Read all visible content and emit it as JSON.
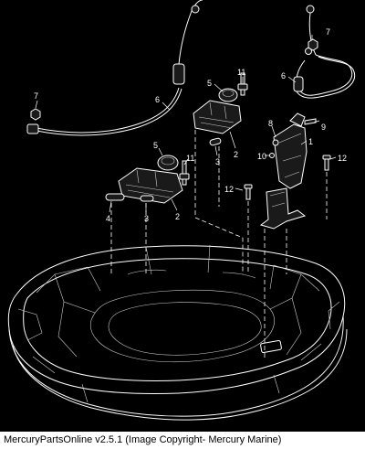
{
  "caption": "MercuryPartsOnline v2.5.1 (Image Copyright- Mercury Marine)",
  "callouts": {
    "c7_left": "7",
    "c6_left": "6",
    "c7_right": "7",
    "c6_right": "6",
    "c11_top": "11",
    "c5_top": "5",
    "c2_top": "2",
    "c3_top": "3",
    "c5_mid": "5",
    "c11_mid": "11",
    "c2_mid": "2",
    "c3_mid": "3",
    "c4": "4",
    "c8": "8",
    "c9": "9",
    "c10": "10",
    "c1": "1",
    "c12_right": "12",
    "c12_left": "12"
  },
  "colors": {
    "background": "#000000",
    "linework": "#ffffff",
    "caption_bg": "#ffffff",
    "caption_text": "#000000"
  }
}
